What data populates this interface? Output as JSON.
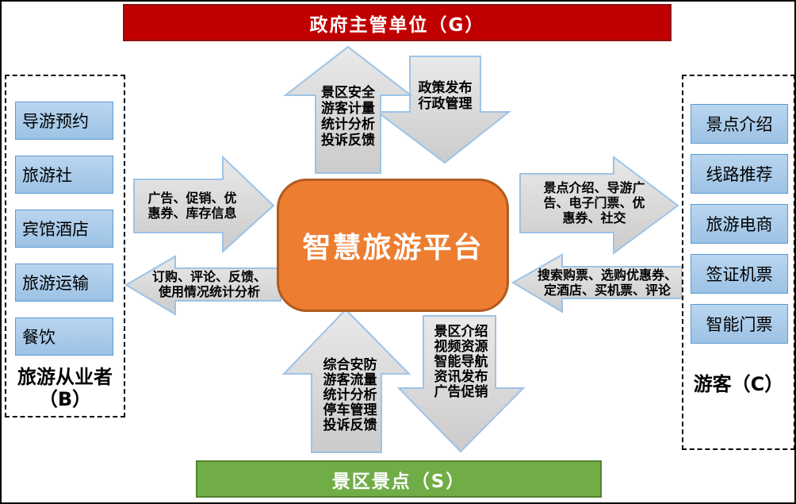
{
  "colors": {
    "gov_banner_bg": "#C00000",
    "scenic_banner_bg": "#70AD47",
    "platform_bg": "#ED7D31",
    "node_fill": "#9CC2E5",
    "node_border": "#5B9BD5",
    "arrow_fill": "#D9D9D9",
    "arrow_border": "#9DC3E6",
    "banner_text": "#FFFFFF",
    "label_text": "#000000"
  },
  "gov_banner": {
    "label": "政府主管单位（G）"
  },
  "scenic_banner": {
    "label": "景区景点（S）"
  },
  "platform": {
    "label": "智慧旅游平台"
  },
  "business_panel": {
    "title_line1": "旅游从业者",
    "title_line2": "（B）",
    "items": [
      "导游预约",
      "旅游社",
      "宾馆酒店",
      "旅游运输",
      "餐饮"
    ]
  },
  "tourist_panel": {
    "title": "游客（C）",
    "items": [
      "景点介绍",
      "线路推荐",
      "旅游电商",
      "签证机票",
      "智能门票"
    ]
  },
  "arrows": {
    "platform_to_gov": {
      "direction": "up",
      "lines": [
        "景区安全",
        "游客计量",
        "统计分析",
        "投诉反馈"
      ]
    },
    "gov_to_platform": {
      "direction": "down",
      "lines": [
        "政策发布",
        "行政管理"
      ]
    },
    "business_to_platform": {
      "direction": "right",
      "lines": [
        "广告、促销、优",
        "惠券、库存信息"
      ]
    },
    "platform_to_business": {
      "direction": "left",
      "lines": [
        "订购、评论、反馈、",
        "使用情况统计分析"
      ]
    },
    "platform_to_tourist": {
      "direction": "right",
      "lines": [
        "景点介绍、导游广",
        "告、电子门票、优",
        "惠券、社交"
      ]
    },
    "tourist_to_platform": {
      "direction": "left",
      "lines": [
        "搜索购票、选购优惠券、",
        "定酒店、买机票、评论"
      ]
    },
    "scenic_to_platform": {
      "direction": "up",
      "lines": [
        "综合安防",
        "游客流量",
        "统计分析",
        "停车管理",
        "投诉反馈"
      ]
    },
    "platform_to_scenic": {
      "direction": "down",
      "lines": [
        "景区介绍",
        "视频资源",
        "智能导航",
        "资讯发布",
        "广告促销"
      ]
    }
  }
}
